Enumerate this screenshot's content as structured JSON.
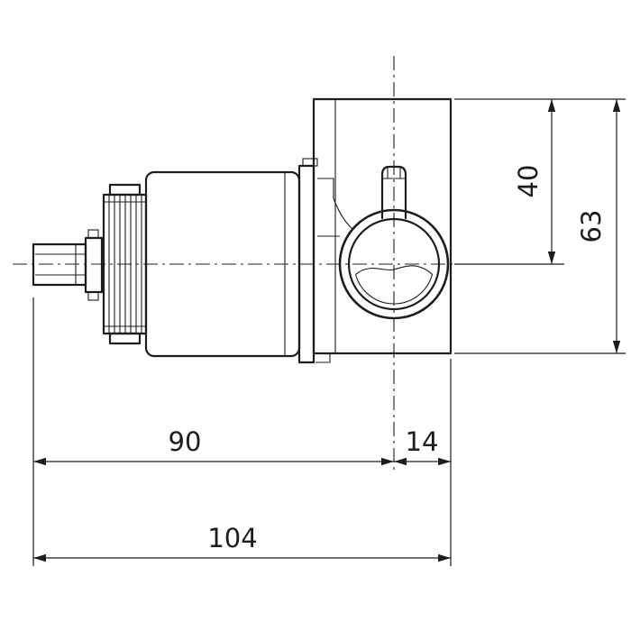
{
  "drawing": {
    "line_color": "#1d1d1b",
    "background_color": "#ffffff"
  },
  "dim_labels": {
    "d90": "90",
    "d14": "14",
    "d104": "104",
    "d40": "40",
    "d63": "63"
  }
}
